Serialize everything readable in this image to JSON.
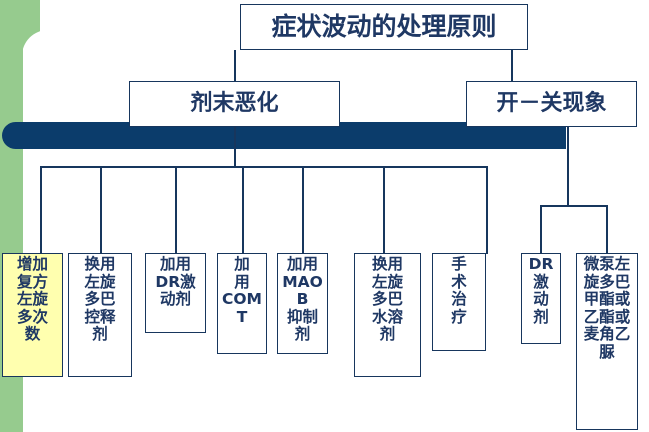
{
  "page": {
    "kind": "flowchart-slide",
    "background_color": "#FFFFFF",
    "accent_green": "#96CB8E",
    "accent_navy": "#0B3C6B",
    "line_color": "#17365D",
    "text_color": "#1F3864",
    "highlight_color": "#FFFFAF"
  },
  "title": {
    "label": "症状波动的处理原则"
  },
  "branches": [
    {
      "label": "剂末恶化"
    },
    {
      "label": "开－关现象"
    }
  ],
  "leaves": [
    {
      "label": "增加\n复方\n左旋\n多次\n数",
      "highlight": true
    },
    {
      "label": "换用\n左旋\n多巴\n控释\n剂",
      "highlight": false
    },
    {
      "label": "加用\nDR激\n动剂",
      "highlight": false
    },
    {
      "label": "加\n用\nCOM\nT",
      "highlight": false
    },
    {
      "label": "加用\nMAOB\n抑制\n剂",
      "highlight": false
    },
    {
      "label": "换用\n左旋\n多巴\n水溶\n剂",
      "highlight": false
    },
    {
      "label": "手\n术\n治\n疗",
      "highlight": false
    },
    {
      "label": "DR\n激\n动\n剂",
      "highlight": false
    },
    {
      "label": "微泵左\n旋多巴\n甲酯或\n乙酯或\n麦角乙\n脲",
      "highlight": false
    }
  ],
  "connectors": {
    "title_to_left": "vertical-line",
    "title_to_right": "vertical-line",
    "left_branch_bus": "horizontal-bus",
    "right_branch_drop": "vertical-line"
  }
}
